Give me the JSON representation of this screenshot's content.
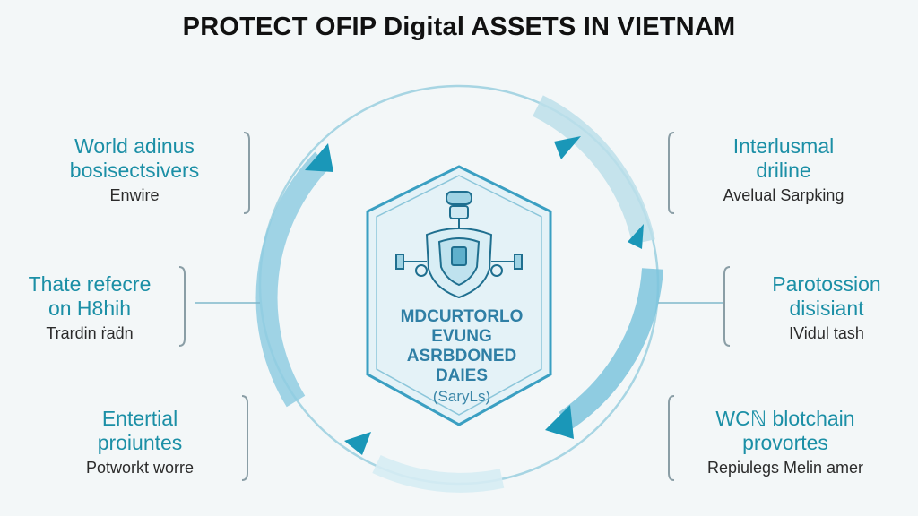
{
  "title": "PROTECT OFIP Digital ASSETS IN VIETNAM",
  "colors": {
    "accent": "#1b8fa6",
    "arrow": "#7cc4dd",
    "arrow_dark": "#1a97b8",
    "hexagon_stroke": "#3a9fc2",
    "hexagon_fill": "#e4f2f7",
    "ring": "#cfe7ef"
  },
  "center": {
    "icon": "shield-robot-icon",
    "line1": "MDCURTORLO",
    "line2": "EVUNG",
    "line3": "ASRBDONED",
    "line4": "DAIES",
    "sub": "(SaryLs)"
  },
  "left_items": [
    {
      "line1": "World adinus",
      "line2": "bosisectsivers",
      "sub": "Enwire"
    },
    {
      "line1": "Thate refecre",
      "line2": "on H8hih",
      "sub": "Trardin ṙaḋn"
    },
    {
      "line1": "Entertial",
      "line2": "proiuntes",
      "sub": "Potworkt worre"
    }
  ],
  "right_items": [
    {
      "line1": "Interlusmal",
      "line2": "driline",
      "sub": "Avelual Sarpking"
    },
    {
      "line1": "Parotossion",
      "line2": "disisiant",
      "sub": "IVidul tash"
    },
    {
      "line1": "WCℕ blotchain",
      "line2": "provortes",
      "sub": "Repiulegs Melin amer"
    }
  ]
}
